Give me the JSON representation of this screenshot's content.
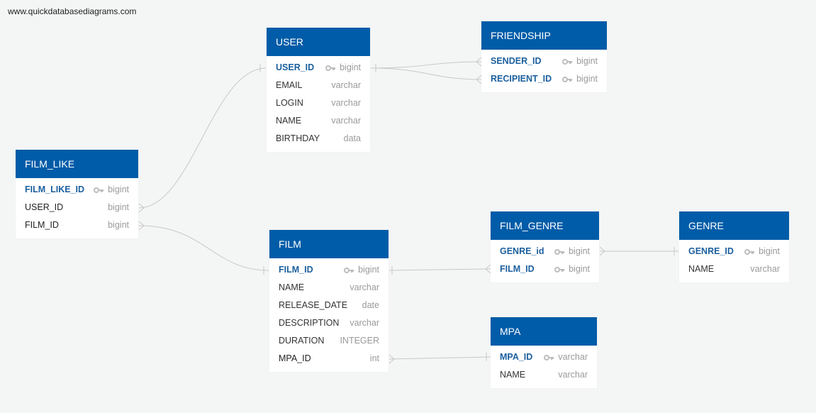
{
  "watermark": "www.quickdatabasediagrams.com",
  "tables": {
    "user": {
      "name": "USER",
      "fields": [
        {
          "name": "USER_ID",
          "type": "bigint"
        },
        {
          "name": "EMAIL",
          "type": "varchar"
        },
        {
          "name": "LOGIN",
          "type": "varchar"
        },
        {
          "name": "NAME",
          "type": "varchar"
        },
        {
          "name": "BIRTHDAY",
          "type": "data"
        }
      ]
    },
    "friendship": {
      "name": "FRIENDSHIP",
      "fields": [
        {
          "name": "SENDER_ID",
          "type": "bigint"
        },
        {
          "name": "RECIPIENT_ID",
          "type": "bigint"
        }
      ]
    },
    "film_like": {
      "name": "FILM_LIKE",
      "fields": [
        {
          "name": "FILM_LIKE_ID",
          "type": "bigint"
        },
        {
          "name": "USER_ID",
          "type": "bigint"
        },
        {
          "name": "FILM_ID",
          "type": "bigint"
        }
      ]
    },
    "film": {
      "name": "FILM",
      "fields": [
        {
          "name": "FILM_ID",
          "type": "bigint"
        },
        {
          "name": "NAME",
          "type": "varchar"
        },
        {
          "name": "RELEASE_DATE",
          "type": "date"
        },
        {
          "name": "DESCRIPTION",
          "type": "varchar"
        },
        {
          "name": "DURATION",
          "type": "INTEGER"
        },
        {
          "name": "MPA_ID",
          "type": "int"
        }
      ]
    },
    "film_genre": {
      "name": "FILM_GENRE",
      "fields": [
        {
          "name": "GENRE_id",
          "type": "bigint"
        },
        {
          "name": "FILM_ID",
          "type": "bigint"
        }
      ]
    },
    "genre": {
      "name": "GENRE",
      "fields": [
        {
          "name": "GENRE_ID",
          "type": "bigint"
        },
        {
          "name": "NAME",
          "type": "varchar"
        }
      ]
    },
    "mpa": {
      "name": "MPA",
      "fields": [
        {
          "name": "MPA_ID",
          "type": "varchar"
        },
        {
          "name": "NAME",
          "type": "varchar"
        }
      ]
    }
  },
  "colors": {
    "header": "#005ca8",
    "primary_key_text": "#1b5f9e",
    "type_text": "#9a9a9a",
    "background": "#f4f5f5",
    "connector": "#c8c8c8"
  }
}
